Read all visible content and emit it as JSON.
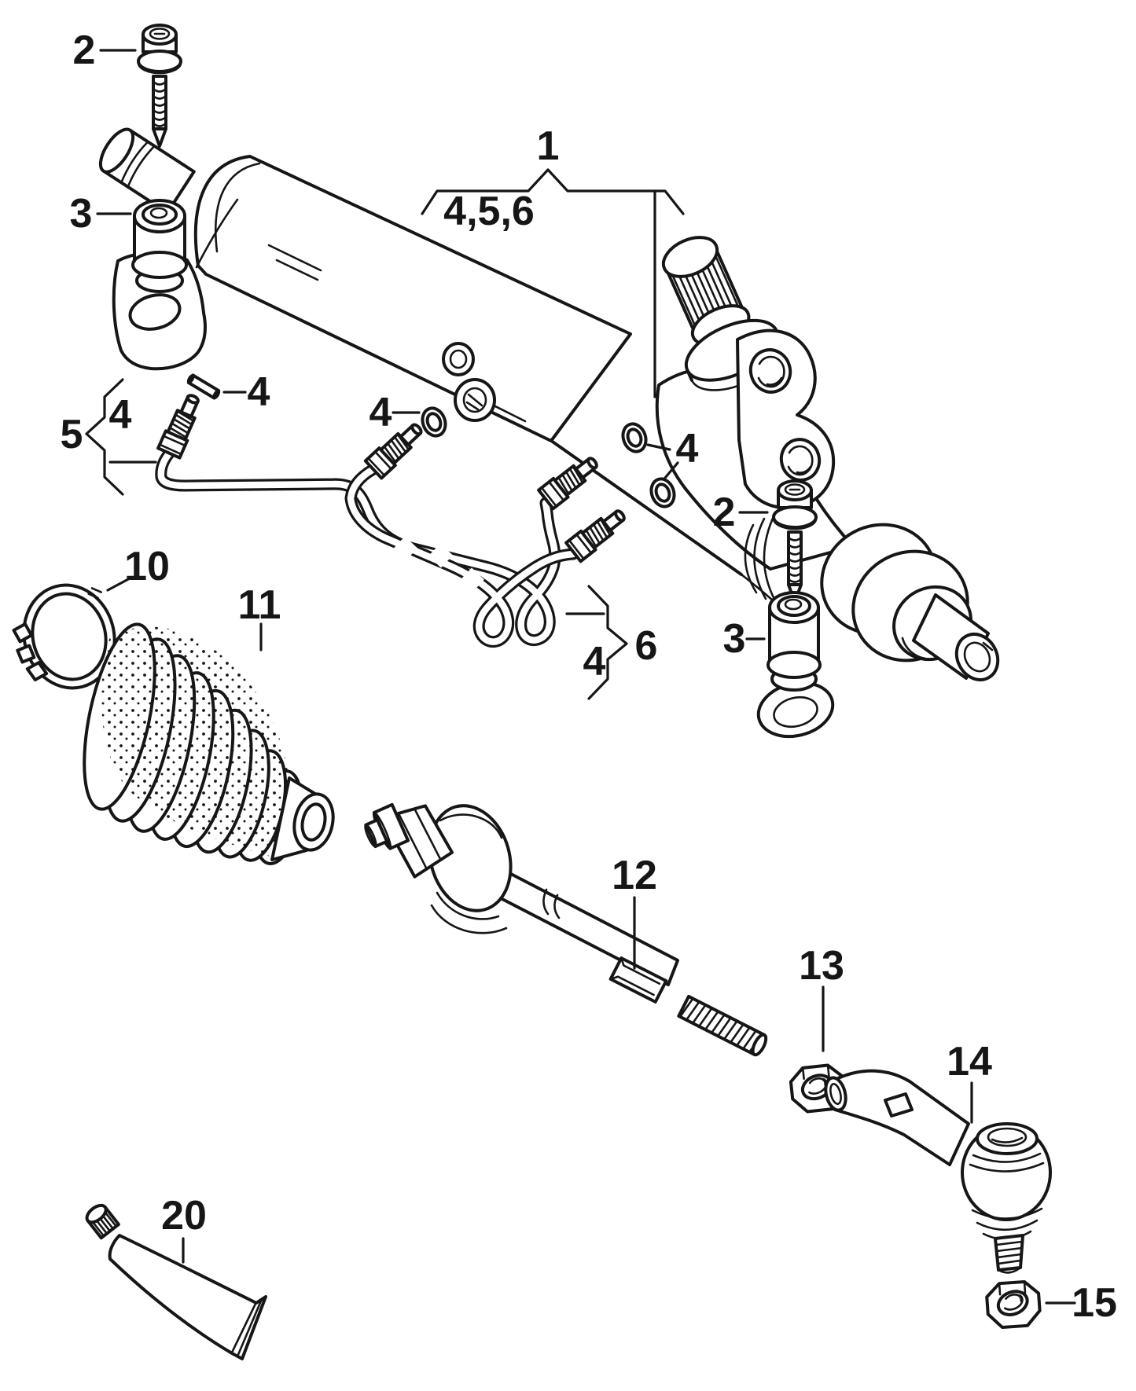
{
  "diagram": {
    "kind": "exploded-parts-diagram",
    "subject": "power steering rack, hydraulic pipes and tie rod",
    "background_color": "#ffffff",
    "line_color": "#161616",
    "callouts": [
      {
        "id": "screw-upper-left",
        "label": "2"
      },
      {
        "id": "bushing-upper-left",
        "label": "3"
      },
      {
        "id": "assembly",
        "label": "1"
      },
      {
        "id": "assembly-note",
        "label": "4,5,6"
      },
      {
        "id": "seal-pin",
        "label": "4"
      },
      {
        "id": "pipe-group-seal",
        "label": "4"
      },
      {
        "id": "pipe-group",
        "label": "5"
      },
      {
        "id": "mid-port-seal",
        "label": "4"
      },
      {
        "id": "valve-port-seals",
        "label": "4"
      },
      {
        "id": "screw-right",
        "label": "2"
      },
      {
        "id": "return-pipe-group",
        "label": "6"
      },
      {
        "id": "return-pipe-seal",
        "label": "4"
      },
      {
        "id": "bushing-right",
        "label": "3"
      },
      {
        "id": "clamp-ring",
        "label": "10"
      },
      {
        "id": "bellows-boot",
        "label": "11"
      },
      {
        "id": "inner-tie-rod",
        "label": "12"
      },
      {
        "id": "lock-nut",
        "label": "13"
      },
      {
        "id": "tie-rod-end",
        "label": "14"
      },
      {
        "id": "stud-nut",
        "label": "15"
      },
      {
        "id": "grease-tube",
        "label": "20"
      }
    ]
  }
}
